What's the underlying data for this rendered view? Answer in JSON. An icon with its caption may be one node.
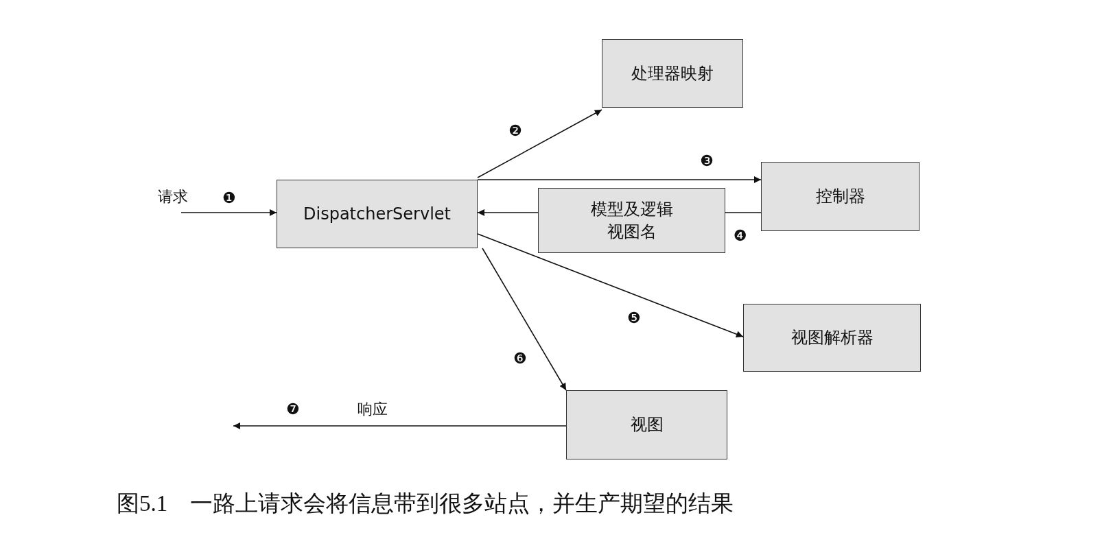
{
  "diagram": {
    "caption": "图5.1　一路上请求会将信息带到很多站点，并生产期望的结果",
    "nodes": [
      {
        "text": [
          "DispatcherServlet"
        ]
      },
      {
        "text": [
          "处理器映射"
        ]
      },
      {
        "text": [
          "控制器"
        ]
      },
      {
        "text": [
          "模型及逻辑视图名"
        ]
      },
      {
        "text": [
          "视图解析器"
        ]
      },
      {
        "text": [
          "视图"
        ]
      }
    ],
    "edges": [
      {
        "from": null,
        "to": 0,
        "arrow": "to",
        "label": "请求"
      },
      {
        "from": 0,
        "to": 1,
        "arrow": "to"
      },
      {
        "from": 0,
        "to": 2,
        "arrow": "to"
      },
      {
        "from": 2,
        "to": 3,
        "arrow": "none"
      },
      {
        "from": 3,
        "to": 0,
        "arrow": "to"
      },
      {
        "from": 0,
        "to": 4,
        "arrow": "to"
      },
      {
        "from": 0,
        "to": 5,
        "arrow": "to"
      },
      {
        "from": 5,
        "to": null,
        "arrow": "to",
        "label": "响应"
      }
    ],
    "labels": [
      "❶",
      "❷",
      "❸",
      "❹",
      "❺",
      "❻",
      "❼"
    ]
  }
}
